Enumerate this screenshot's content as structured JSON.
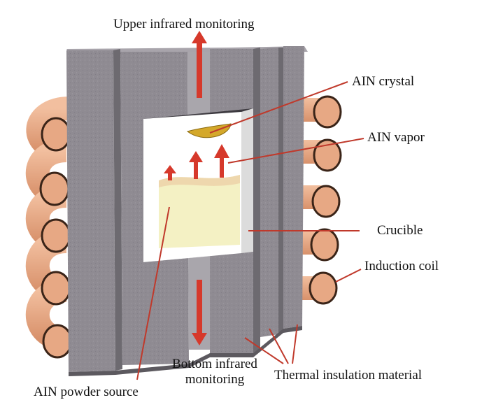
{
  "labels": {
    "upper_ir": "Upper infrared monitoring",
    "aln_crystal": "AIN crystal",
    "aln_vapor": "AIN vapor",
    "crucible": "Crucible",
    "induction_coil": "Induction coil",
    "bottom_ir_line1": "Bottom infrared",
    "bottom_ir_line2": "monitoring",
    "thermal_insulation": "Thermal insulation material",
    "powder_source": "AIN powder source"
  },
  "colors": {
    "insulation": "#8f8b92",
    "insulation_dark": "#6d6a70",
    "coil": "#e7a884",
    "arrow": "#d6392b",
    "leader": "#c0392b",
    "powder": "#f4f1c4",
    "crystal": "#d4a82a",
    "crucible": "#ffffff"
  }
}
